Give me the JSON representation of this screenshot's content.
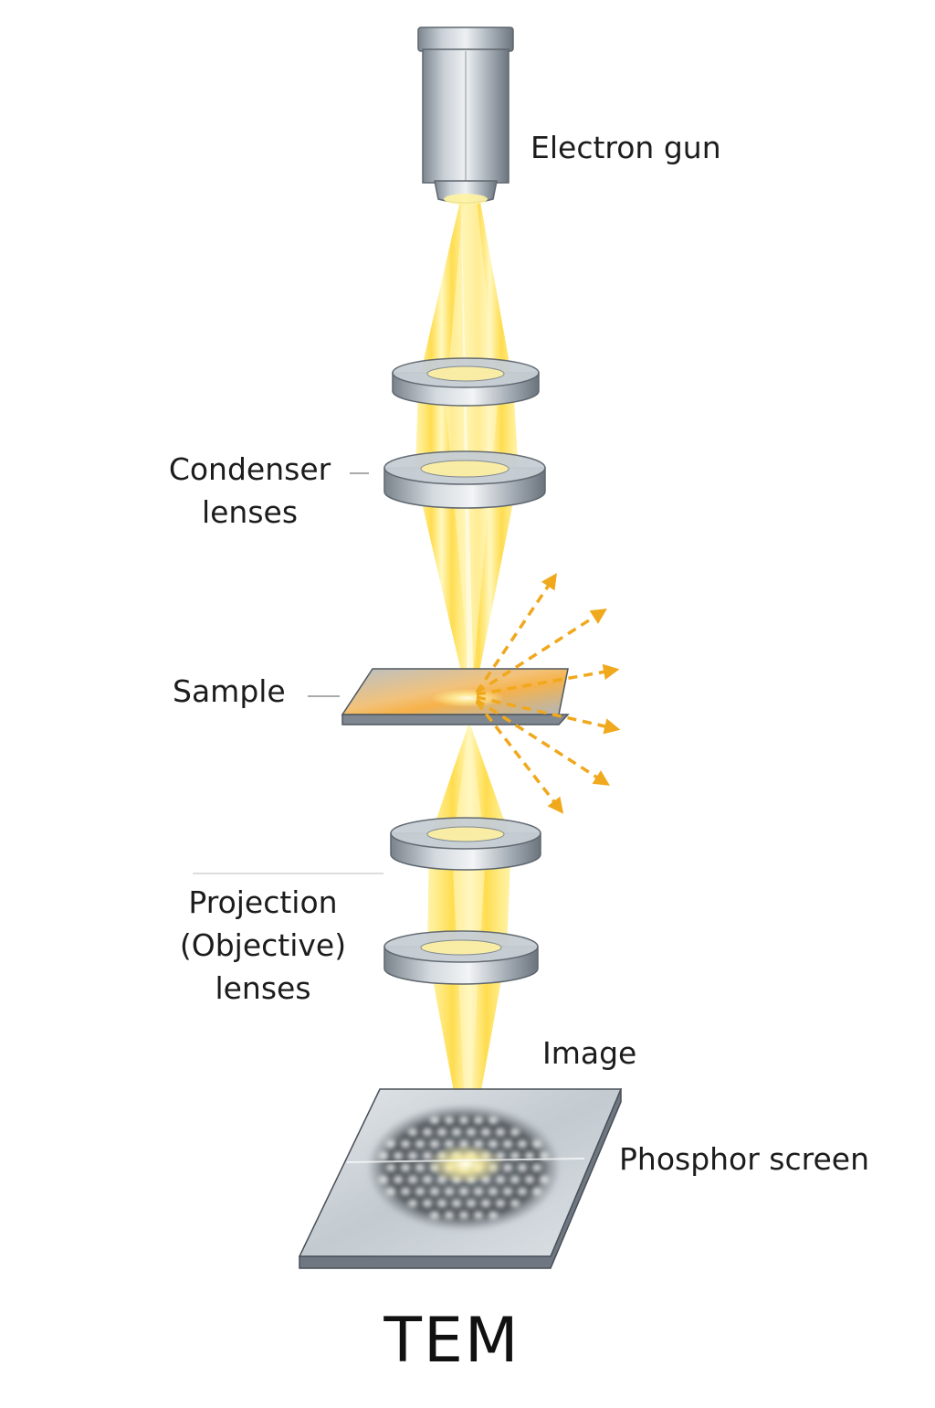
{
  "labels": {
    "electron_gun": "Electron gun",
    "condenser_line1": "Condenser",
    "condenser_line2": "lenses",
    "sample": "Sample",
    "projection_line1": "Projection",
    "projection_line2": "(Objective)",
    "projection_line3": "lenses",
    "image": "Image",
    "phosphor_screen": "Phosphor screen"
  },
  "title": "TEM",
  "colors": {
    "beam": "#ffd21a",
    "beam_core": "#fff6b0",
    "scatter_arrows": "#f0a81c",
    "metal": "#a9b2ba",
    "metal_dark": "#6f7882",
    "screen": "#c9d0d6"
  }
}
